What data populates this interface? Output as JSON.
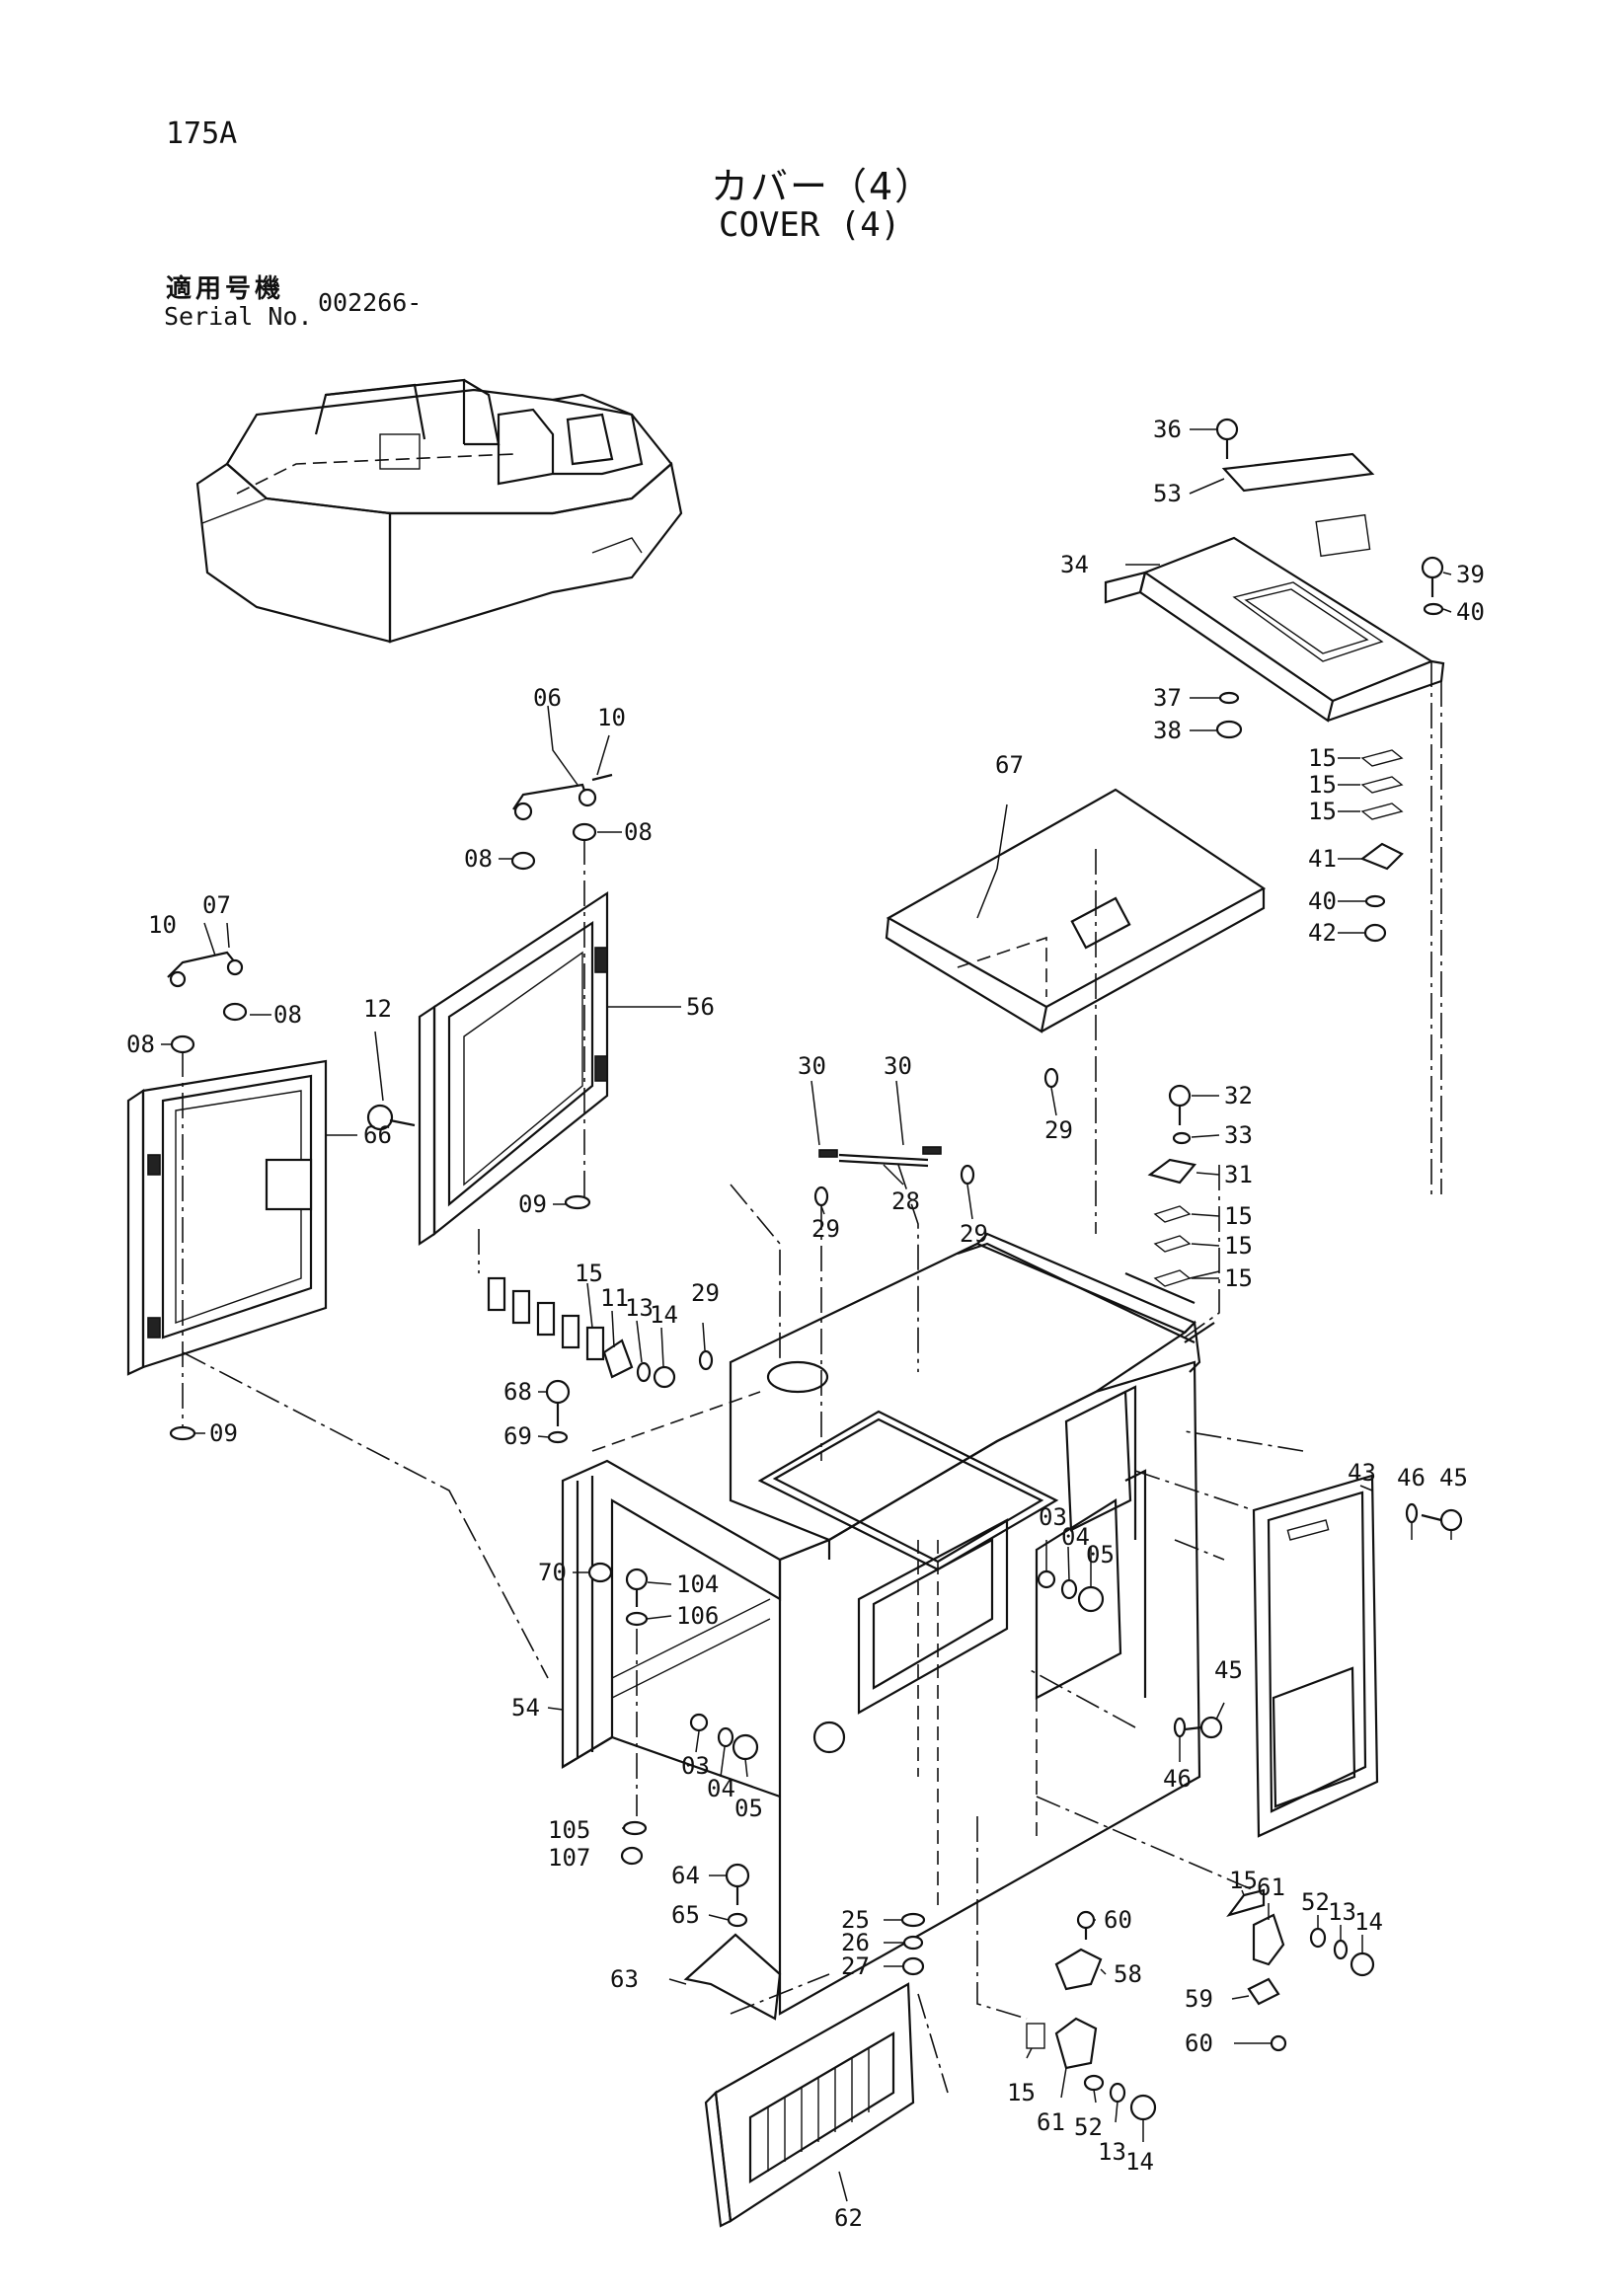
{
  "page_number": "175A",
  "title_jp": "カバー（4）",
  "title_en": "COVER (4)",
  "serial_label_jp": "適用号機",
  "serial_label_en": "Serial No.",
  "serial_value": "002266-",
  "callouts": {
    "c36": "36",
    "c53": "53",
    "c34": "34",
    "c39": "39",
    "c40a": "40",
    "c37": "37",
    "c38": "38",
    "c15a": "15",
    "c15b": "15",
    "c15c": "15",
    "c41": "41",
    "c40b": "40",
    "c42": "42",
    "c67": "67",
    "c06": "06",
    "c10a": "10",
    "c08a": "08",
    "c08b": "08",
    "c10b": "10",
    "c07": "07",
    "c08c": "08",
    "c08d": "08",
    "c12": "12",
    "c56": "56",
    "c66": "66",
    "c09a": "09",
    "c09b": "09",
    "c30a": "30",
    "c30b": "30",
    "c28": "28",
    "c29a": "29",
    "c29b": "29",
    "c29c": "29",
    "c32": "32",
    "c33": "33",
    "c31": "31",
    "c15d": "15",
    "c15e": "15",
    "c15f": "15",
    "c15g": "15",
    "c11": "11",
    "c13a": "13",
    "c14a": "14",
    "c29d": "29",
    "c68": "68",
    "c69": "69",
    "c70": "70",
    "c104": "104",
    "c106": "106",
    "c54": "54",
    "c03a": "03",
    "c04a": "04",
    "c05a": "05",
    "c03b": "03",
    "c04b": "04",
    "c05b": "05",
    "c43": "43",
    "c46a": "46",
    "c45a": "45",
    "c45b": "45",
    "c46b": "46",
    "c105": "105",
    "c107": "107",
    "c64": "64",
    "c65": "65",
    "c25": "25",
    "c26": "26",
    "c27": "27",
    "c63": "63",
    "c60a": "60",
    "c58": "58",
    "c15h": "15",
    "c61a": "61",
    "c52a": "52",
    "c13b": "13",
    "c14b": "14",
    "c59": "59",
    "c60b": "60",
    "c15i": "15",
    "c61b": "61",
    "c52b": "52",
    "c13c": "13",
    "c14c": "14",
    "c62": "62"
  }
}
